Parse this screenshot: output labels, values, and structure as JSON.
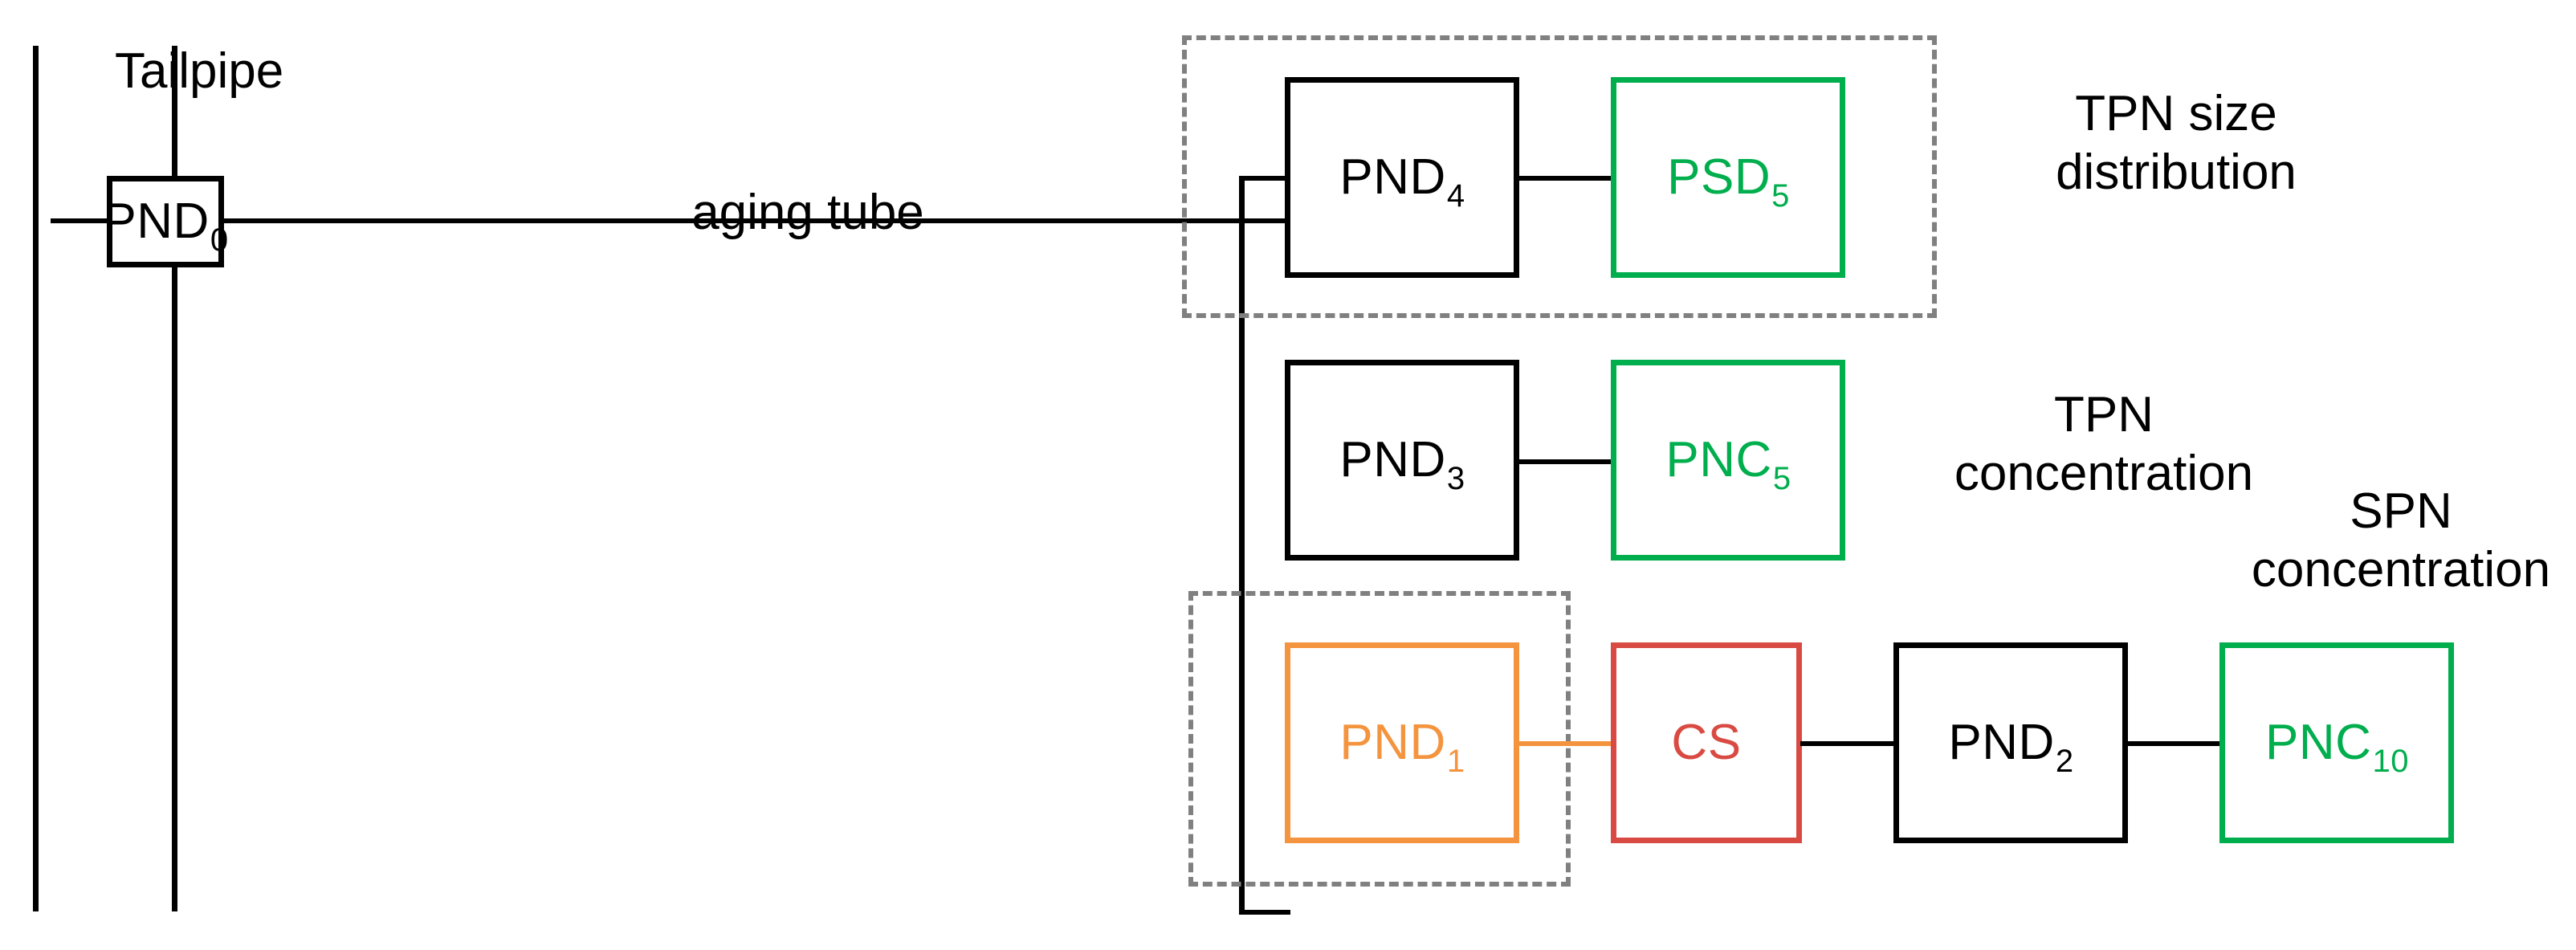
{
  "diagram": {
    "title_label": "Tailpipe",
    "aging_tube_label": "aging tube",
    "colors": {
      "black": "#000000",
      "green": "#00AE4D",
      "orange": "#F4943F",
      "red": "#D94B42",
      "dashed_gray": "#808080"
    },
    "nodes": [
      {
        "id": "pnd0",
        "base": "PND",
        "sub": "0",
        "color": "black"
      },
      {
        "id": "pnd4",
        "base": "PND",
        "sub": "4",
        "color": "black"
      },
      {
        "id": "psd5",
        "base": "PSD",
        "sub": "5",
        "color": "green"
      },
      {
        "id": "pnd3",
        "base": "PND",
        "sub": "3",
        "color": "black"
      },
      {
        "id": "pnc5",
        "base": "PNC",
        "sub": "5",
        "color": "green"
      },
      {
        "id": "pnd1",
        "base": "PND",
        "sub": "1",
        "color": "orange"
      },
      {
        "id": "cs",
        "base": "CS",
        "sub": "",
        "color": "red"
      },
      {
        "id": "pnd2",
        "base": "PND",
        "sub": "2",
        "color": "black"
      },
      {
        "id": "pnc10",
        "base": "PNC",
        "sub": "10",
        "color": "green"
      }
    ],
    "captions": [
      {
        "id": "tpn_size_distribution",
        "text": "TPN size\ndistribution"
      },
      {
        "id": "tpn_concentration",
        "text": "TPN\nconcentration"
      },
      {
        "id": "spn_concentration",
        "text": "SPN\nconcentration"
      }
    ],
    "dashed_groups": [
      {
        "id": "tpn-size-distribution-group"
      },
      {
        "id": "pnd1-group"
      }
    ]
  }
}
